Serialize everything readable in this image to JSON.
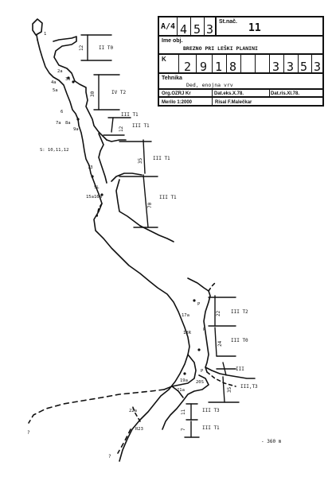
{
  "title_block": {
    "region_prefix": "A/4",
    "region_digits": [
      "4",
      "5",
      "3"
    ],
    "serial_caption": "St.nač.",
    "serial_value": "11",
    "name_caption": "Ime obj.",
    "name_value": "BREZNO PRI LEŠKI PLANINI",
    "k_label": "K",
    "coord_digits_x": [
      "2",
      "9",
      "1",
      "8"
    ],
    "coord_digits_y": [
      "3",
      "3",
      "5",
      "3"
    ],
    "tehnika_caption": "Tehnika",
    "tehnika_value": "Ded, enojna vrv",
    "org": "Org.OZRJ Kr",
    "dat_eks": "Dat.eks.X.78.",
    "dat_ris": "Dat.ris.XI.78.",
    "merilo": "Merilo 1:2000",
    "risal": "Risal F.Malečkar"
  },
  "pitch_labels": [
    {
      "length": "12",
      "technique": "II T0"
    },
    {
      "length": "30",
      "technique": "IV T2"
    },
    {
      "length": "",
      "technique": "III T1"
    },
    {
      "length": "12",
      "technique": "III T1"
    },
    {
      "length": "35",
      "technique": "III T1"
    },
    {
      "length": "70",
      "technique": "III T1"
    },
    {
      "length": "22",
      "technique": "III T2"
    },
    {
      "length": "24",
      "technique": "III T0"
    },
    {
      "length": "",
      "technique": "III"
    },
    {
      "length": "35",
      "technique": "III,T3"
    },
    {
      "length": "11",
      "technique": "III T3"
    },
    {
      "length": "7",
      "technique": "III T1"
    }
  ],
  "station_labels": [
    "1",
    "2a",
    "3s",
    "4a",
    "5a",
    "6",
    "7a",
    "8a",
    "9a",
    "S: 10,11,12",
    "13",
    "SL",
    "15a",
    "16a",
    "17a",
    "18R",
    "P",
    "P",
    "19a",
    "20S",
    "21a",
    "22a",
    "R23",
    "P"
  ],
  "unknown_marks": [
    "?",
    "?"
  ],
  "depth_note": "- 360 m"
}
